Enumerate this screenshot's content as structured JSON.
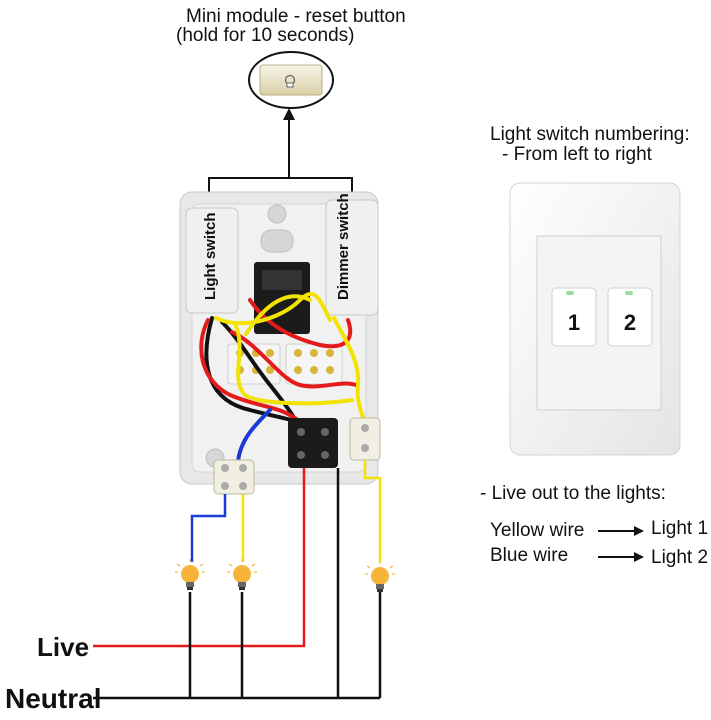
{
  "reset_module": {
    "line1": "Mini module - reset button",
    "line2": "(hold for 10 seconds)"
  },
  "numbering": {
    "title": "Light switch numbering:",
    "subtitle": "- From left to right"
  },
  "switch_plate": {
    "key_left": "1",
    "key_right": "2"
  },
  "module_labels": {
    "left": "Light switch",
    "right": "Dimmer switch"
  },
  "live_out": {
    "title": "- Live out to the lights:",
    "rows": [
      {
        "wire": "Yellow wire",
        "target": "Light 1"
      },
      {
        "wire": "Blue wire",
        "target": "Light 2"
      }
    ]
  },
  "supply": {
    "live": "Live",
    "neutral": "Neutral"
  },
  "colors": {
    "live_wire": "#e31b1b",
    "neutral_wire": "#111111",
    "yellow_wire": "#f2e300",
    "blue_wire": "#1a3bd6",
    "bulb": "#f6b43a"
  },
  "icons": [
    "lightbulb-icon",
    "arrow-right-icon",
    "reset-button-icon"
  ]
}
